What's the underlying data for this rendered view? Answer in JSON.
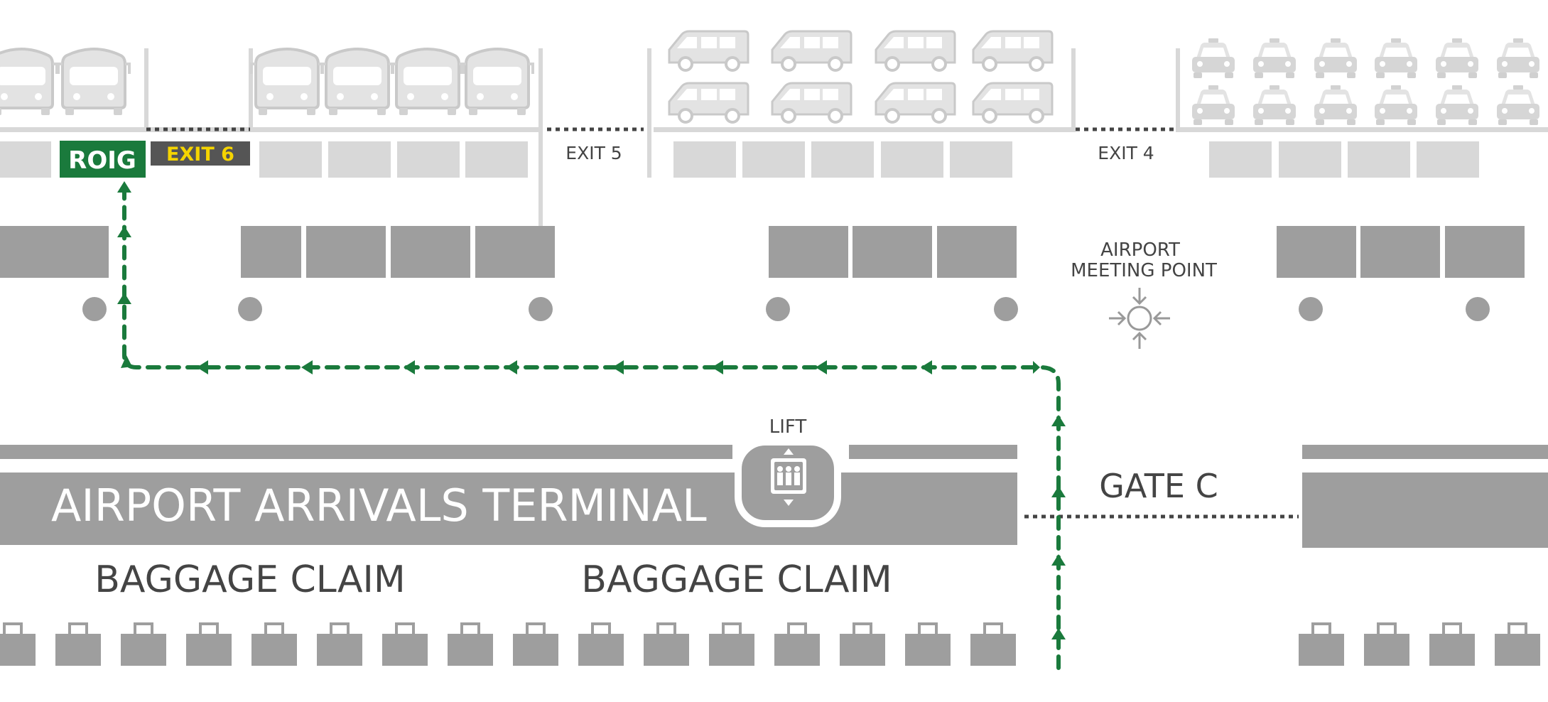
{
  "labels": {
    "company": "ROIG",
    "exit6": "EXIT 6",
    "exit5": "EXIT 5",
    "exit4": "EXIT 4",
    "meeting_point_line1": "AIRPORT",
    "meeting_point_line2": "MEETING POINT",
    "lift": "LIFT",
    "terminal": "AIRPORT ARRIVALS TERMINAL",
    "gate": "GATE C",
    "baggage_left": "BAGGAGE CLAIM",
    "baggage_right": "BAGGAGE CLAIM"
  },
  "icons": {
    "bus": "bus-icon",
    "van": "van-icon",
    "taxi": "taxi-icon",
    "lift": "elevator-icon",
    "meeting_point": "meeting-point-icon",
    "luggage": "luggage-icon",
    "route_arrow": "route-arrow-icon"
  },
  "colors": {
    "route": "#1a7a3c",
    "company_sign": "#1a7a3c",
    "exit6_sign": "#555555",
    "exit6_text": "#f5d400",
    "structure_dark": "#9e9e9e",
    "structure_light": "#dadada",
    "text": "#444444"
  }
}
